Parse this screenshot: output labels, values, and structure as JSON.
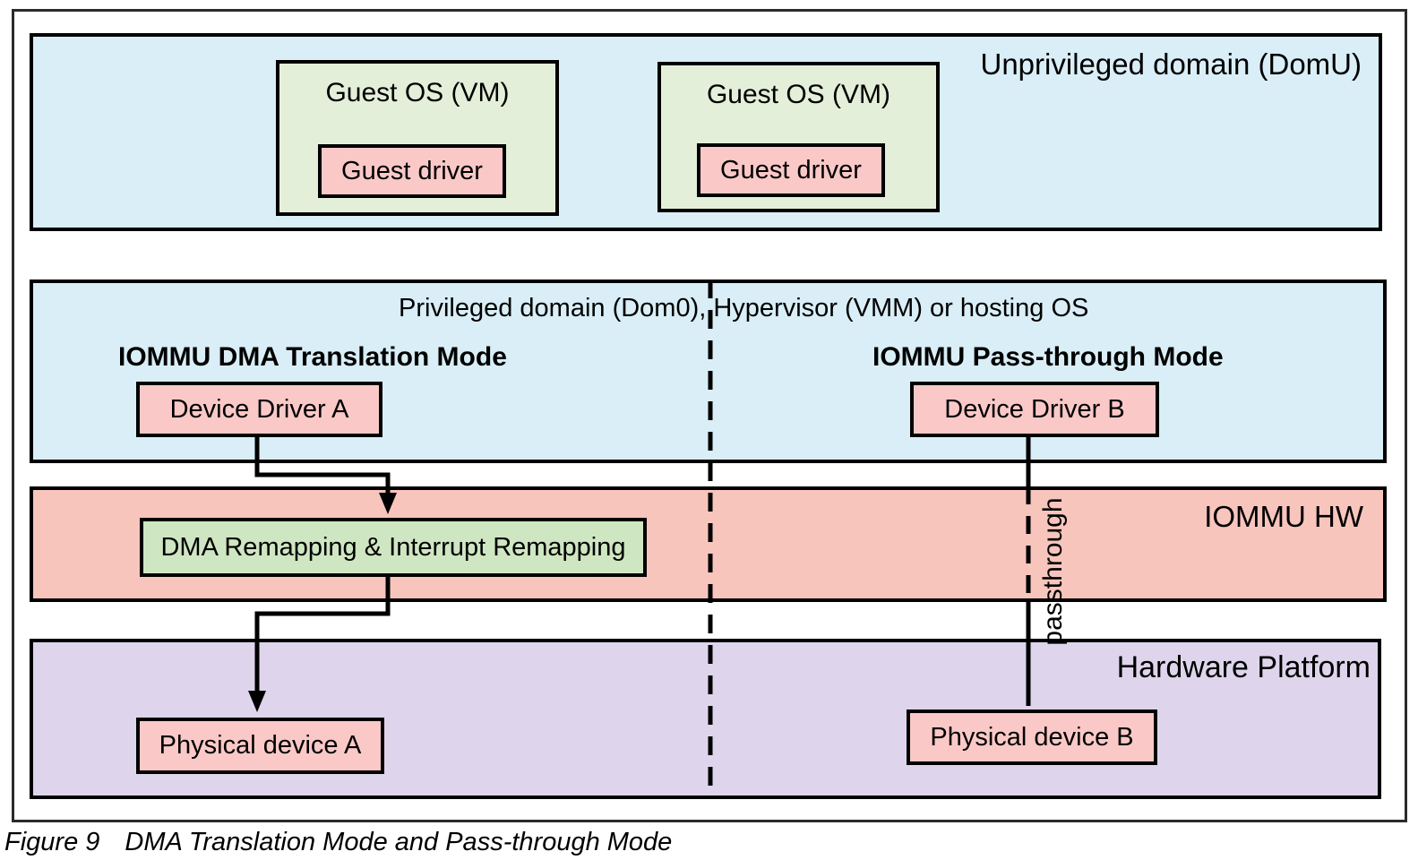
{
  "figure": {
    "caption_label": "Figure 9",
    "caption_title": "DMA Translation Mode and Pass-through Mode"
  },
  "colors": {
    "domain_band_blue": "#d9eef6",
    "guest_os_green": "#e4efda",
    "remapping_green": "#cfe6c2",
    "small_box_pink": "#fac9c7",
    "iommu_band_salmon": "#f8c5bd",
    "hardware_band_purple": "#ded5ec",
    "line_black": "#000000"
  },
  "domu_band": {
    "label": "Unprivileged domain (DomU)",
    "guest_os_boxes": [
      {
        "label": "Guest OS (VM)",
        "driver_label": "Guest driver"
      },
      {
        "label": "Guest OS (VM)",
        "driver_label": "Guest driver"
      }
    ]
  },
  "dom0_band": {
    "label": "Privileged domain (Dom0), Hypervisor (VMM) or hosting OS",
    "left_mode_label": "IOMMU DMA Translation Mode",
    "right_mode_label": "IOMMU Pass-through Mode",
    "device_driver_a": "Device Driver A",
    "device_driver_b": "Device Driver B"
  },
  "iommu_band": {
    "label": "IOMMU HW",
    "remapping_box_label": "DMA Remapping & Interrupt Remapping"
  },
  "hardware_band": {
    "label": "Hardware Platform",
    "physical_device_a": "Physical device A",
    "physical_device_b": "Physical device B"
  },
  "passthrough_label": "passthrough"
}
